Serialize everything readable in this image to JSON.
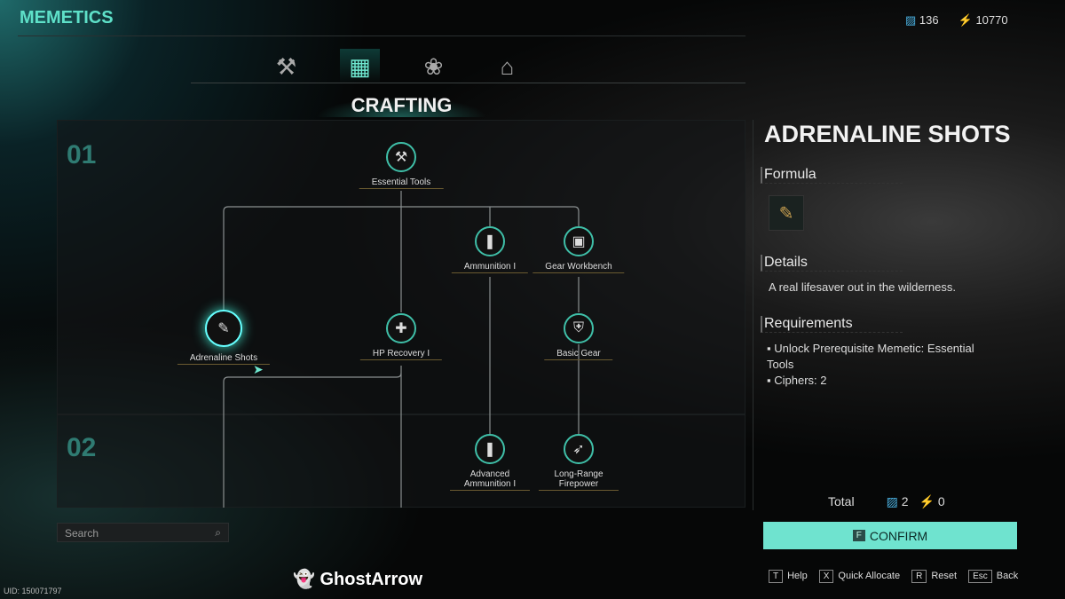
{
  "header": {
    "title": "MEMETICS",
    "currency_a": "136",
    "currency_b": "10770"
  },
  "tabs": [
    {
      "icon": "hammer-icon",
      "glyph": "⚒"
    },
    {
      "icon": "workbench-icon",
      "glyph": "▦",
      "active": true
    },
    {
      "icon": "plant-icon",
      "glyph": "❀"
    },
    {
      "icon": "house-icon",
      "glyph": "⌂"
    }
  ],
  "section_title": "CRAFTING",
  "sections": [
    "01",
    "02"
  ],
  "nodes": [
    {
      "label": "Essential Tools",
      "glyph": "⚒"
    },
    {
      "label": "Ammunition I",
      "glyph": "❚"
    },
    {
      "label": "Gear Workbench",
      "glyph": "▣"
    },
    {
      "label": "Adrenaline Shots",
      "glyph": "✎",
      "selected": true
    },
    {
      "label": "HP Recovery I",
      "glyph": "✚"
    },
    {
      "label": "Basic Gear",
      "glyph": "⛨"
    },
    {
      "label": "Advanced Ammunition I",
      "glyph": "❚"
    },
    {
      "label": "Long-Range Firepower",
      "glyph": "➶"
    }
  ],
  "search": {
    "placeholder": "Search"
  },
  "uid": "UID: 150071797",
  "watermark": "GhostArrow",
  "detail": {
    "title": "ADRENALINE SHOTS",
    "formula_label": "Formula",
    "details_label": "Details",
    "details_text": "A real lifesaver out in the wilderness.",
    "requirements_label": "Requirements",
    "requirements": [
      "Unlock Prerequisite Memetic: Essential Tools",
      "Ciphers:  2"
    ],
    "total_label": "Total",
    "total_a": "2",
    "total_b": "0"
  },
  "confirm": {
    "key": "F",
    "label": "CONFIRM"
  },
  "hints": [
    {
      "key": "T",
      "label": "Help"
    },
    {
      "key": "X",
      "label": "Quick Allocate"
    },
    {
      "key": "R",
      "label": "Reset"
    },
    {
      "key": "Esc",
      "label": "Back"
    }
  ],
  "colors": {
    "accent": "#5ee0c8",
    "confirm_bg": "#6fe3cf"
  }
}
